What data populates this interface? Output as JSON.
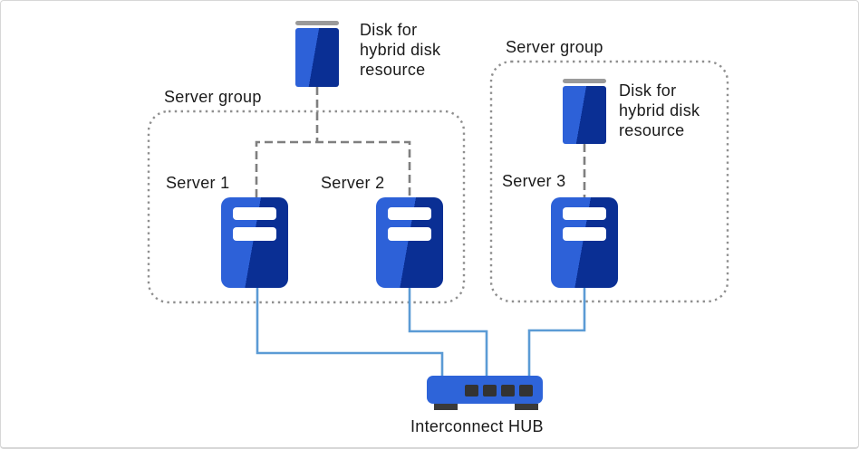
{
  "diagram": {
    "groups": [
      {
        "label": "Server group"
      },
      {
        "label": "Server group"
      }
    ],
    "servers": [
      {
        "label": "Server 1"
      },
      {
        "label": "Server 2"
      },
      {
        "label": "Server 3"
      }
    ],
    "disks": [
      {
        "label": "Disk for\nhybrid disk\nresource"
      },
      {
        "label": "Disk for\nhybrid disk\nresource"
      }
    ],
    "hub": {
      "label": "Interconnect HUB"
    },
    "colors": {
      "icon_light_blue": "#2d61d8",
      "icon_dark_blue": "#0a2f94",
      "disk_cap_gray": "#9a9a9a",
      "hub_blue": "#2e64d9",
      "hub_port_dark": "#333333",
      "connector_blue": "#5b9bd5",
      "dashed_line_gray": "#7f7f7f",
      "group_border_gray": "#8f8f8f"
    }
  }
}
